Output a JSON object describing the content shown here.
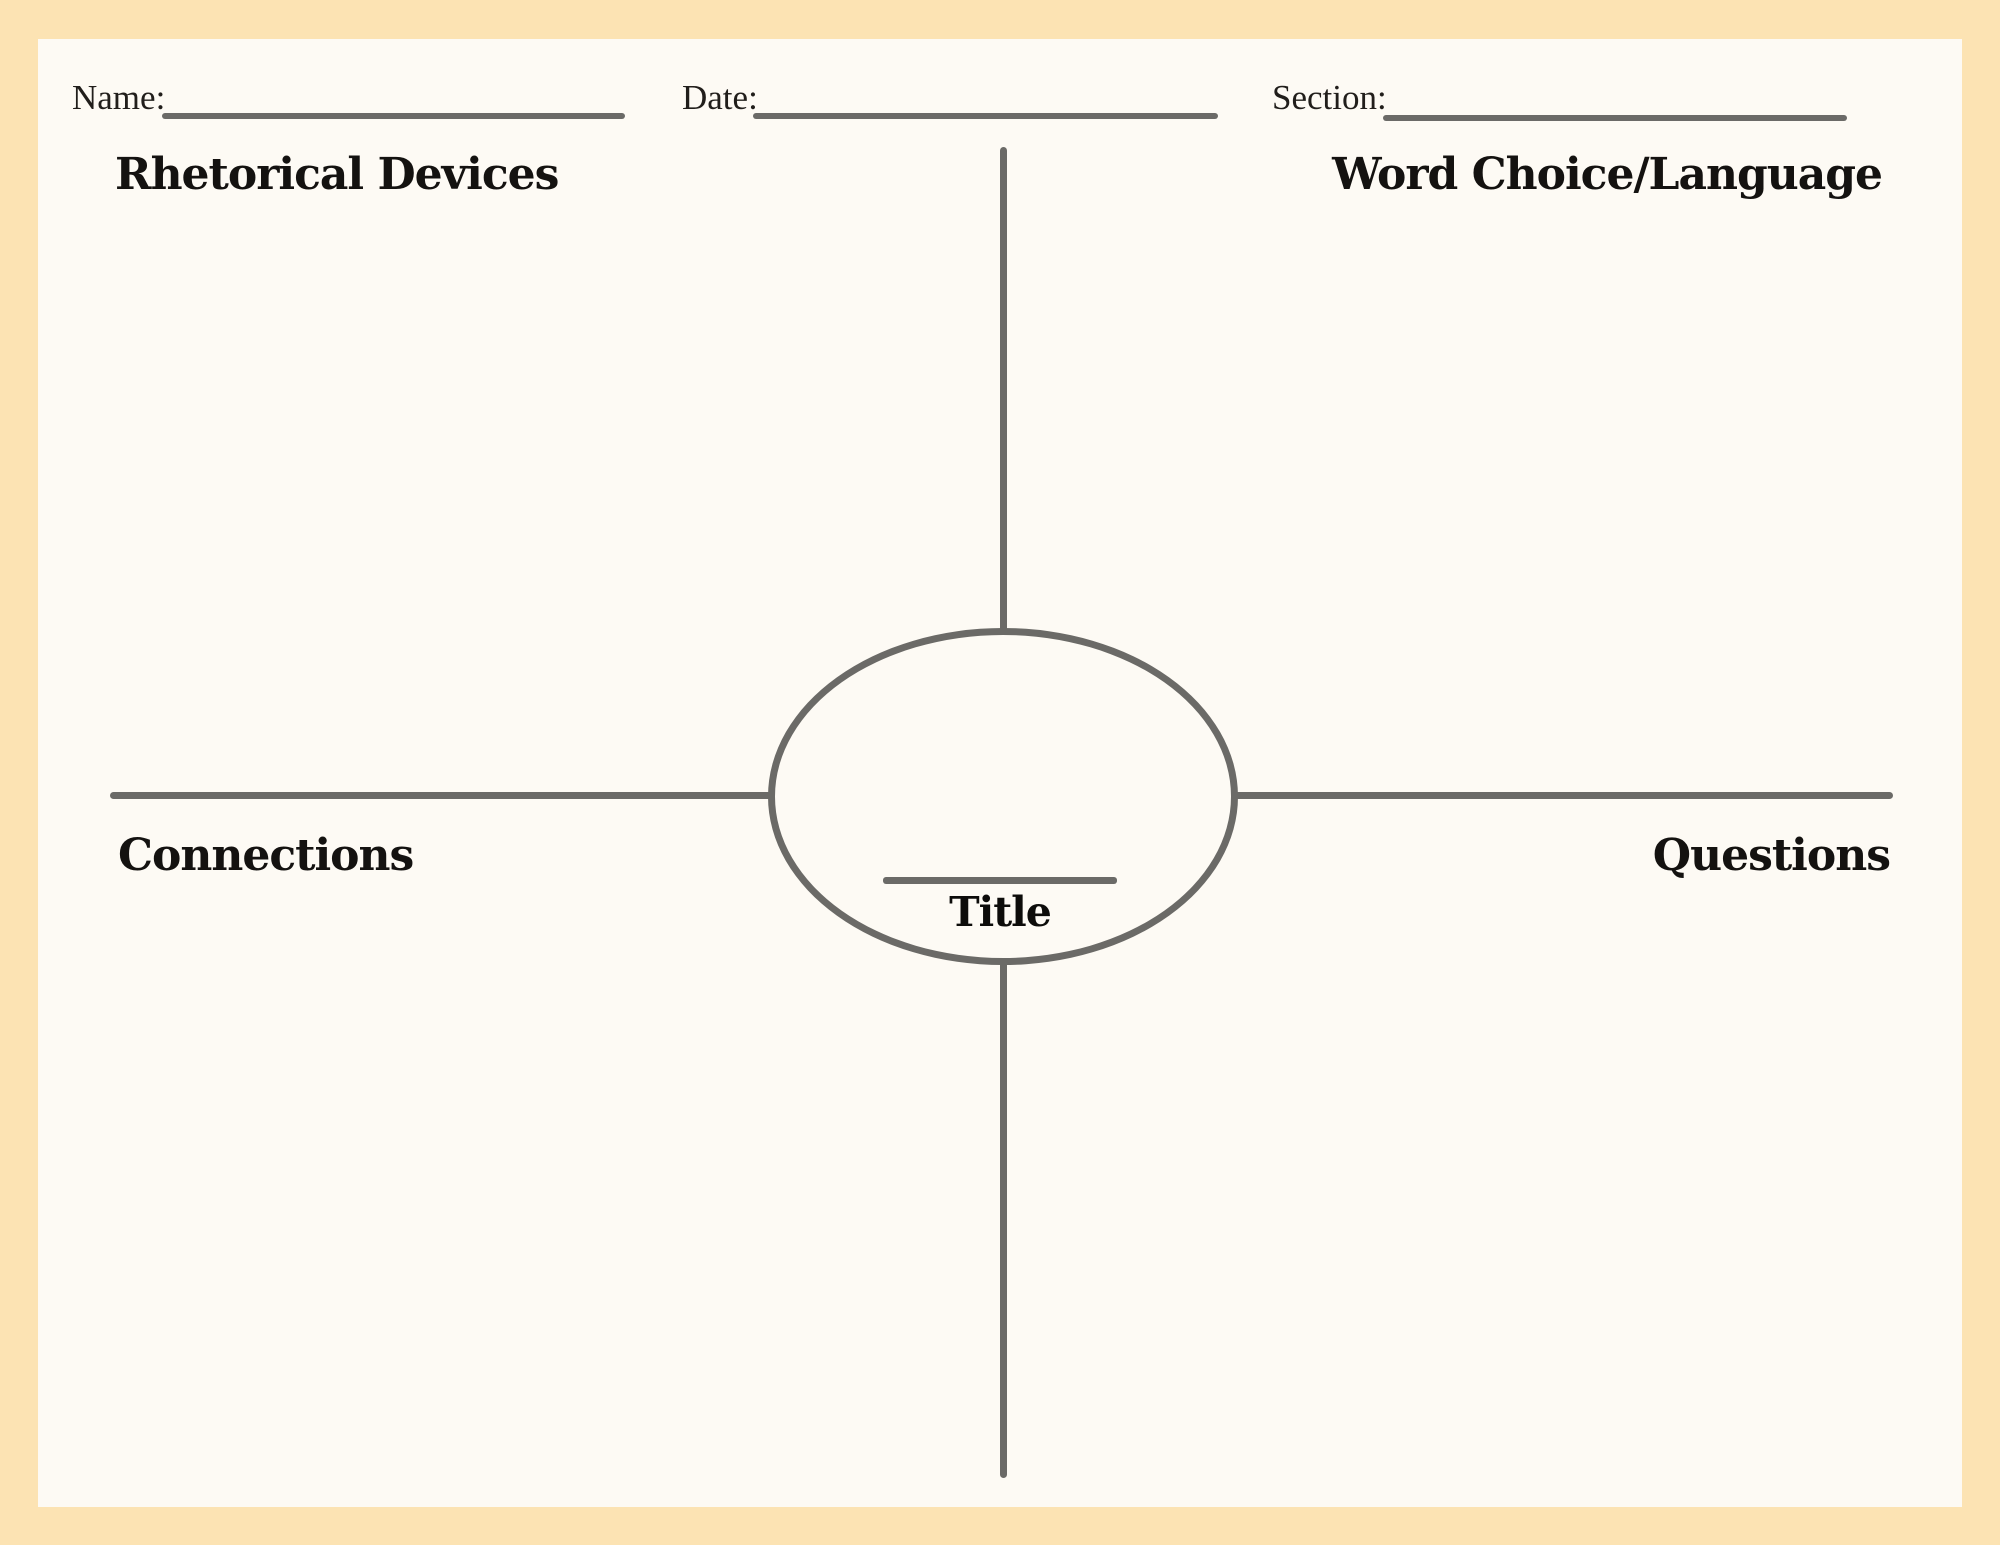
{
  "page": {
    "background_color": "#fce3b3",
    "paper_color": "#fdfaf4",
    "line_color": "#6b6a67",
    "heading_color": "#141210"
  },
  "header": {
    "fields": [
      {
        "label": "Name:",
        "value": ""
      },
      {
        "label": "Date:",
        "value": ""
      },
      {
        "label": "Section:",
        "value": ""
      }
    ]
  },
  "quadrants": {
    "top_left": "Rhetorical Devices",
    "top_right": "Word Choice/Language",
    "bottom_left": "Connections",
    "bottom_right": "Questions"
  },
  "center": {
    "label": "Title",
    "value": ""
  }
}
